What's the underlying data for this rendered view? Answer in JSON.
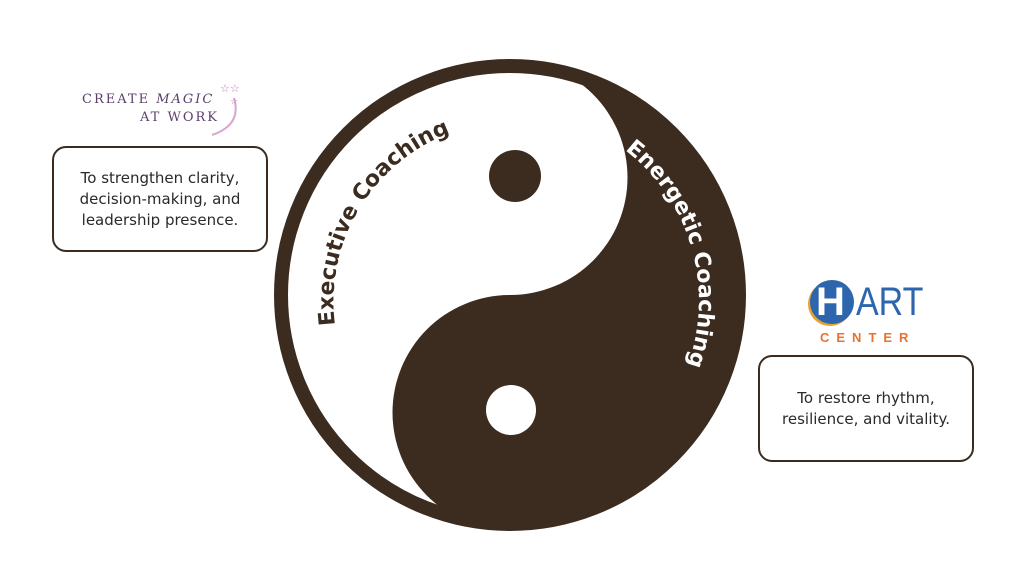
{
  "diagram": {
    "left_label": "Executive Coaching",
    "right_label": "Energetic Coaching",
    "left_description": "To strengthen clarity, decision-making, and leadership presence.",
    "right_description": "To restore rhythm, resilience, and vitality."
  },
  "logos": {
    "left": {
      "line1a": "CREATE",
      "line1b": "MAGIC",
      "line2": "AT WORK"
    },
    "right": {
      "main_a": "H",
      "main_b": "ART",
      "sub": "CENTER"
    }
  },
  "colors": {
    "dark": "#3b2c1f",
    "purple": "#5a3f6b",
    "blue": "#2d66ad",
    "orange": "#e8732e"
  }
}
